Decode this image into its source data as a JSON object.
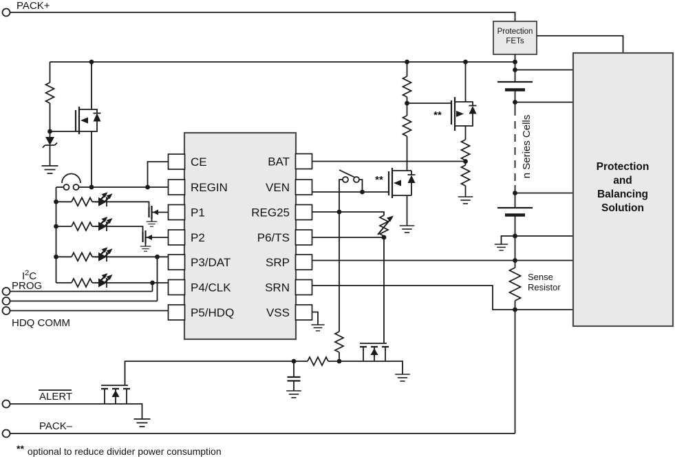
{
  "terminals": {
    "pack_plus": "PACK+",
    "pack_minus": "PACK–",
    "alert": "ALERT",
    "i2c": {
      "i": "I",
      "sup": "2",
      "c": "C"
    },
    "prog": "PROG",
    "hdq": "HDQ COMM"
  },
  "ic": {
    "left_pins": [
      "CE",
      "REGIN",
      "P1",
      "P2",
      "P3/DAT",
      "P4/CLK",
      "P5/HDQ"
    ],
    "right_pins": [
      "BAT",
      "VEN",
      "REG25",
      "P6/TS",
      "SRP",
      "SRN",
      "VSS"
    ]
  },
  "blocks": {
    "protection_fets": [
      "Protection",
      "FETs"
    ],
    "solution": [
      "Protection",
      "and",
      "Balancing",
      "Solution"
    ]
  },
  "labels": {
    "cells": "n Series Cells",
    "sense_line1": "Sense",
    "sense_line2": "Resistor",
    "stars": "**",
    "footnote_marker": "**",
    "footnote_text": "optional to reduce divider power consumption"
  },
  "colors": {
    "line": "#1a1a1a",
    "block_fill": "#e9e9e9",
    "block_border": "#3f3f3f",
    "background": "#ffffff"
  }
}
